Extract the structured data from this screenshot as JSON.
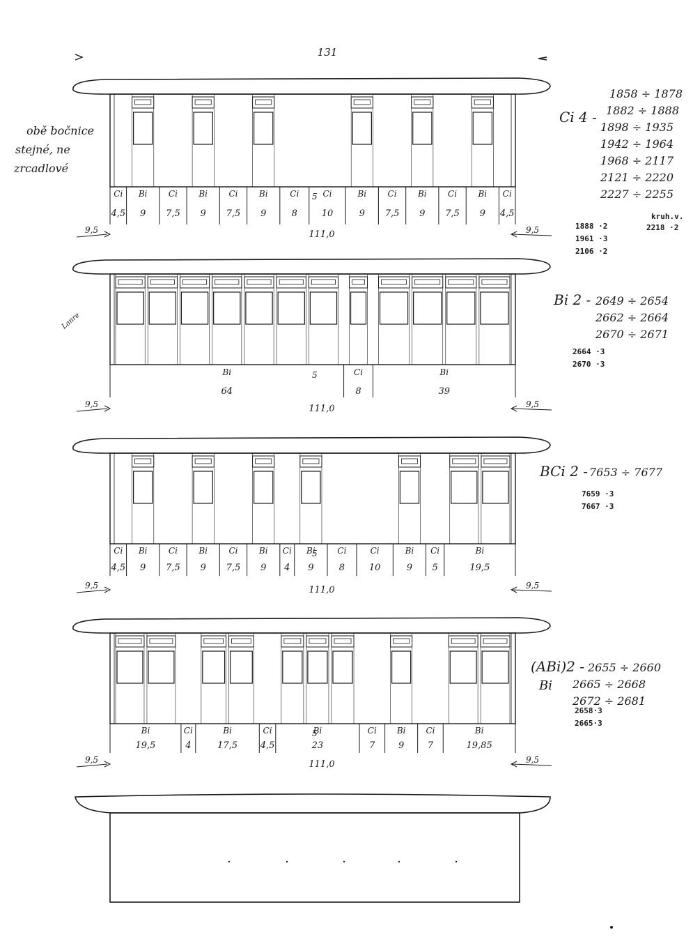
{
  "top_dimension": "131",
  "side_note": [
    "obě bočnice",
    "stejné, ne",
    "zrcadlové"
  ],
  "stray_mark": "Lanre",
  "colors": {
    "ink": "#1a1a1a",
    "paper": "#ffffff"
  },
  "panels": [
    {
      "total": "111,0",
      "end_left": "9,5",
      "end_right": "9,5",
      "segments": [
        {
          "label": "Ci",
          "value": "4,5",
          "w": 4.5
        },
        {
          "label": "Bi",
          "value": "9",
          "w": 9
        },
        {
          "label": "Ci",
          "value": "7,5",
          "w": 7.5
        },
        {
          "label": "Bi",
          "value": "9",
          "w": 9
        },
        {
          "label": "Ci",
          "value": "7,5",
          "w": 7.5
        },
        {
          "label": "Bi",
          "value": "9",
          "w": 9
        },
        {
          "label": "Ci",
          "value": "8",
          "w": 8
        },
        {
          "label": "Ci",
          "value": "10",
          "w": 10
        },
        {
          "label": "Bi",
          "value": "9",
          "w": 9
        },
        {
          "label": "Ci",
          "value": "7,5",
          "w": 7.5
        },
        {
          "label": "Bi",
          "value": "9",
          "w": 9
        },
        {
          "label": "Ci",
          "value": "7,5",
          "w": 7.5
        },
        {
          "label": "Bi",
          "value": "9",
          "w": 9
        },
        {
          "label": "Ci",
          "value": "4,5",
          "w": 4.5
        }
      ],
      "mid_note": "5",
      "series_title": "Ci 4 -",
      "series_lines": [
        "1858 ÷ 1878",
        "1882 ÷ 1888",
        "1898 ÷ 1935",
        "1942 ÷ 1964",
        "1968 ÷ 2117",
        "2121 ÷ 2220",
        "2227 ÷ 2255"
      ],
      "notes": [
        "1888 ·2",
        "1961 ·3",
        "2106 ·2"
      ],
      "extra_note": [
        "kruh.v.",
        "2218 ·2"
      ]
    },
    {
      "total": "111,0",
      "end_left": "9,5",
      "end_right": "9,5",
      "segments": [
        {
          "label": "Bi",
          "value": "64",
          "w": 64
        },
        {
          "label": "Ci",
          "value": "8",
          "w": 8
        },
        {
          "label": "Bi",
          "value": "39",
          "w": 39
        }
      ],
      "mid_note": "5",
      "series_title": "Bi 2 -",
      "series_lines": [
        "2649 ÷ 2654",
        "2662 ÷ 2664",
        "2670 ÷ 2671"
      ],
      "notes": [
        "2664 ·3",
        "2670 ·3"
      ]
    },
    {
      "total": "111,0",
      "end_left": "9,5",
      "end_right": "9,5",
      "segments": [
        {
          "label": "Ci",
          "value": "4,5",
          "w": 4.5
        },
        {
          "label": "Bi",
          "value": "9",
          "w": 9
        },
        {
          "label": "Ci",
          "value": "7,5",
          "w": 7.5
        },
        {
          "label": "Bi",
          "value": "9",
          "w": 9
        },
        {
          "label": "Ci",
          "value": "7,5",
          "w": 7.5
        },
        {
          "label": "Bi",
          "value": "9",
          "w": 9
        },
        {
          "label": "Ci",
          "value": "4",
          "w": 4
        },
        {
          "label": "Bi",
          "value": "9",
          "w": 9
        },
        {
          "label": "Ci",
          "value": "8",
          "w": 8
        },
        {
          "label": "Ci",
          "value": "10",
          "w": 10
        },
        {
          "label": "Bi",
          "value": "9",
          "w": 9
        },
        {
          "label": "Ci",
          "value": "5",
          "w": 5
        },
        {
          "label": "Bi",
          "value": "19,5",
          "w": 19.5
        }
      ],
      "mid_note": "5",
      "series_title": "BCi 2 -",
      "series_lines": [
        "7653 ÷ 7677"
      ],
      "notes": [
        "7659 ·3",
        "7667 ·3"
      ]
    },
    {
      "total": "111,0",
      "end_left": "9,5",
      "end_right": "9,5",
      "segments": [
        {
          "label": "Bi",
          "value": "19,5",
          "w": 19.5
        },
        {
          "label": "Ci",
          "value": "4",
          "w": 4
        },
        {
          "label": "Bi",
          "value": "17,5",
          "w": 17.5
        },
        {
          "label": "Ci",
          "value": "4,5",
          "w": 4.5
        },
        {
          "label": "Bi",
          "value": "23",
          "w": 23
        },
        {
          "label": "Ci",
          "value": "7",
          "w": 7
        },
        {
          "label": "Bi",
          "value": "9",
          "w": 9
        },
        {
          "label": "Ci",
          "value": "7",
          "w": 7
        },
        {
          "label": "Bi",
          "value": "19,85",
          "w": 19.85
        }
      ],
      "mid_note": "5",
      "series_title": "(ABi)2 -",
      "series_sub": "Bi",
      "series_lines": [
        "2655 ÷ 2660",
        "2665 ÷ 2668",
        "2672 ÷ 2681"
      ],
      "notes": [
        "2658·3",
        "2665·3"
      ]
    }
  ]
}
